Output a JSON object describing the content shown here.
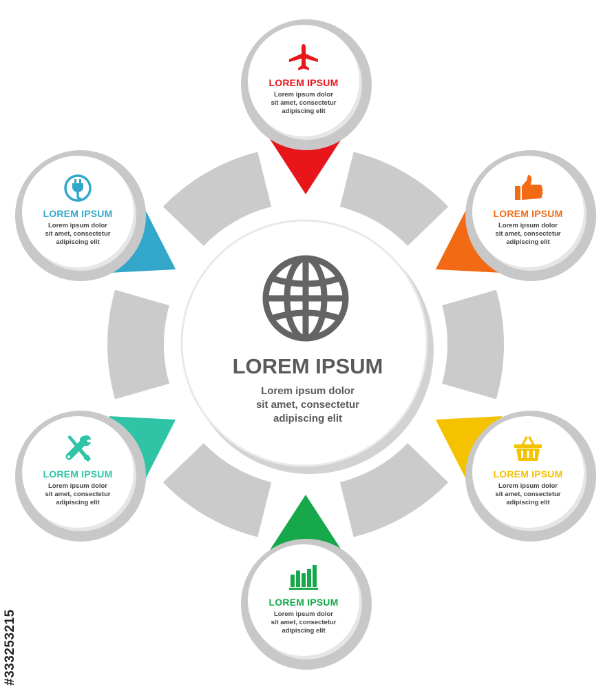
{
  "center": {
    "title": "LOREM IPSUM",
    "desc_lines": [
      "Lorem ipsum dolor",
      "sit amet, consectetur",
      "adipiscing elit"
    ],
    "icon": "globe-icon",
    "color": "#646464"
  },
  "nodes": [
    {
      "id": "top",
      "title": "LOREM IPSUM",
      "desc_lines": [
        "Lorem ipsum dolor",
        "sit amet, consectetur",
        "adipiscing elit"
      ],
      "icon": "airplane-icon",
      "color": "#e8151b"
    },
    {
      "id": "upper-right",
      "title": "LOREM IPSUM",
      "desc_lines": [
        "Lorem ipsum dolor",
        "sit amet, consectetur",
        "adipiscing elit"
      ],
      "icon": "thumbs-up-icon",
      "color": "#f26a13"
    },
    {
      "id": "lower-right",
      "title": "LOREM IPSUM",
      "desc_lines": [
        "Lorem ipsum dolor",
        "sit amet, consectetur",
        "adipiscing elit"
      ],
      "icon": "shopping-basket-icon",
      "color": "#f5c200"
    },
    {
      "id": "bottom",
      "title": "LOREM IPSUM",
      "desc_lines": [
        "Lorem ipsum dolor",
        "sit amet, consectetur",
        "adipiscing elit"
      ],
      "icon": "bar-chart-icon",
      "color": "#16a84a"
    },
    {
      "id": "lower-left",
      "title": "LOREM IPSUM",
      "desc_lines": [
        "Lorem ipsum dolor",
        "sit amet, consectetur",
        "adipiscing elit"
      ],
      "icon": "tools-icon",
      "color": "#2fc4a6"
    },
    {
      "id": "upper-left",
      "title": "LOREM IPSUM",
      "desc_lines": [
        "Lorem ipsum dolor",
        "sit amet, consectetur",
        "adipiscing elit"
      ],
      "icon": "power-plug-icon",
      "color": "#33a7c9"
    }
  ],
  "colors": {
    "ring": "#cbcbcb",
    "node_ring": "#c8c8c8",
    "text": "#444444"
  },
  "watermark": "#333253215"
}
